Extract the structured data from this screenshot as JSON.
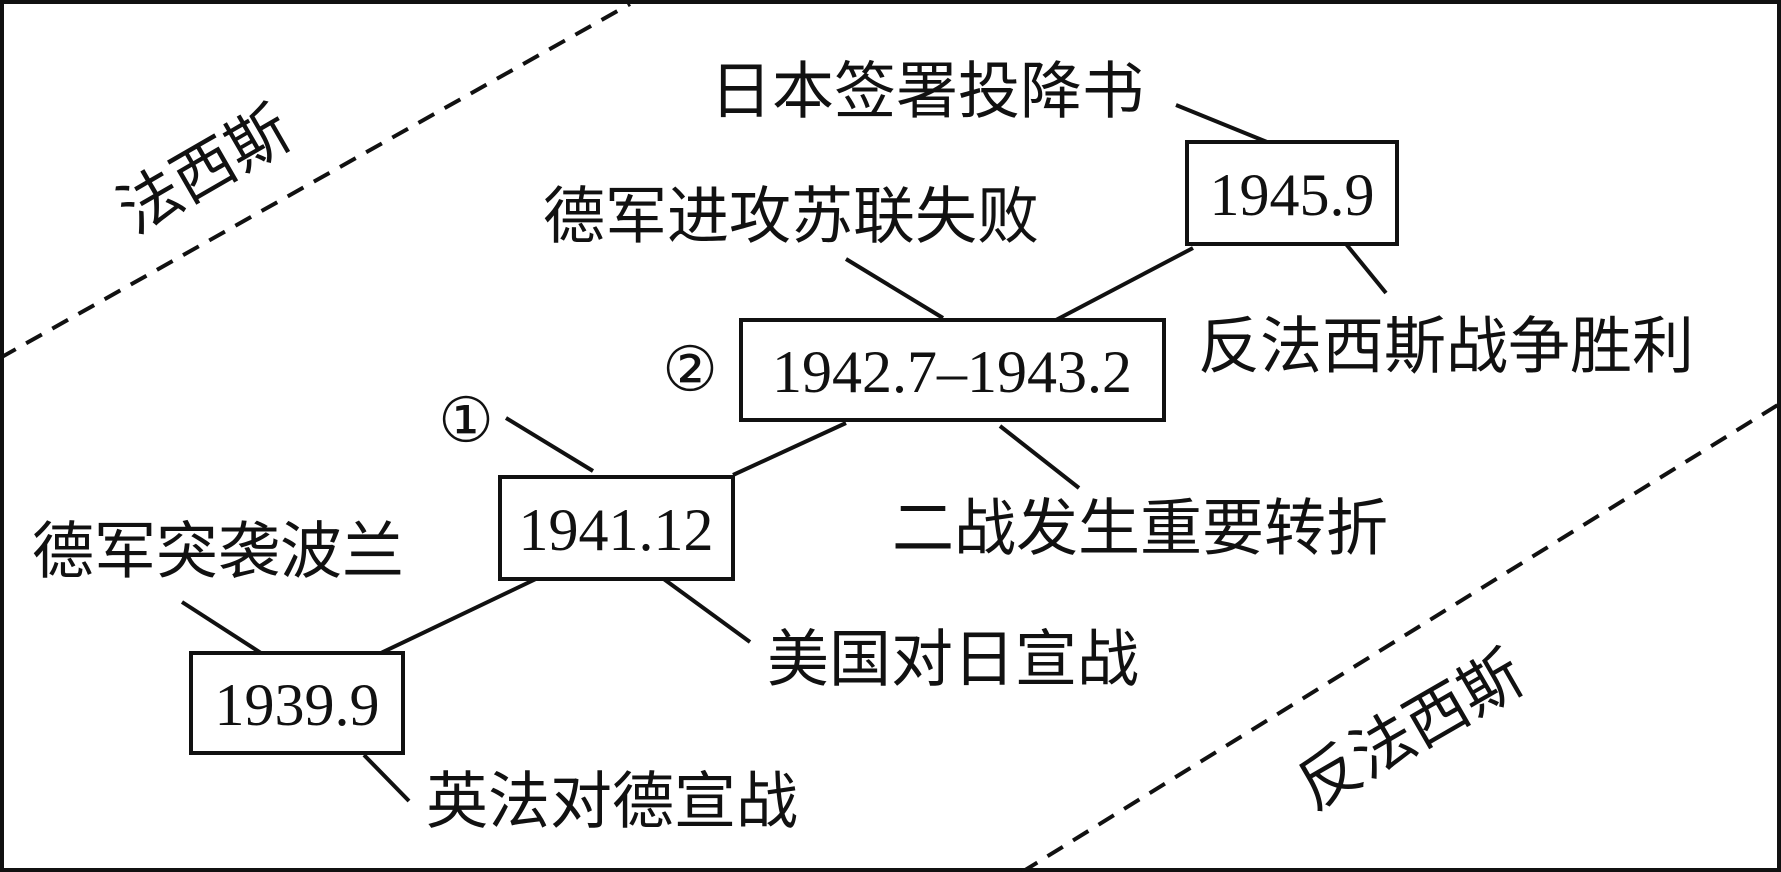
{
  "regions": {
    "fascist": "法西斯",
    "anti_fascist": "反法西斯"
  },
  "nodes": [
    {
      "date": "1939.9",
      "above": "德军突袭波兰",
      "below": "英法对德宣战"
    },
    {
      "date": "1941.12",
      "above": "①",
      "below": "美国对日宣战"
    },
    {
      "date": "1942.7–1943.2",
      "marker": "②",
      "above": "德军进攻苏联失败",
      "below": "二战发生重要转折"
    },
    {
      "date": "1945.9",
      "above": "日本签署投降书",
      "below": "反法西斯战争胜利"
    }
  ]
}
